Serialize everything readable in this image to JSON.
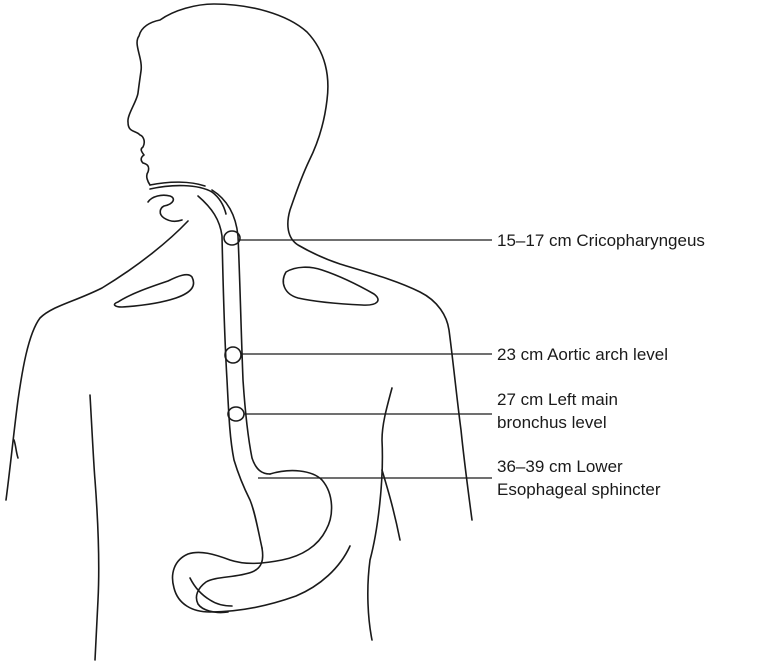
{
  "labels": [
    {
      "id": "cricopharyngeus",
      "lines": [
        "15–17 cm Cricopharyngeus"
      ]
    },
    {
      "id": "aortic-arch",
      "lines": [
        "23 cm Aortic arch level"
      ]
    },
    {
      "id": "left-main-bronchus",
      "lines": [
        "27 cm Left main",
        "bronchus level"
      ]
    },
    {
      "id": "les",
      "lines": [
        "36–39 cm Lower",
        "Esophageal sphincter"
      ]
    }
  ],
  "colors": {
    "line": "#1a1a1a",
    "background": "#ffffff"
  }
}
